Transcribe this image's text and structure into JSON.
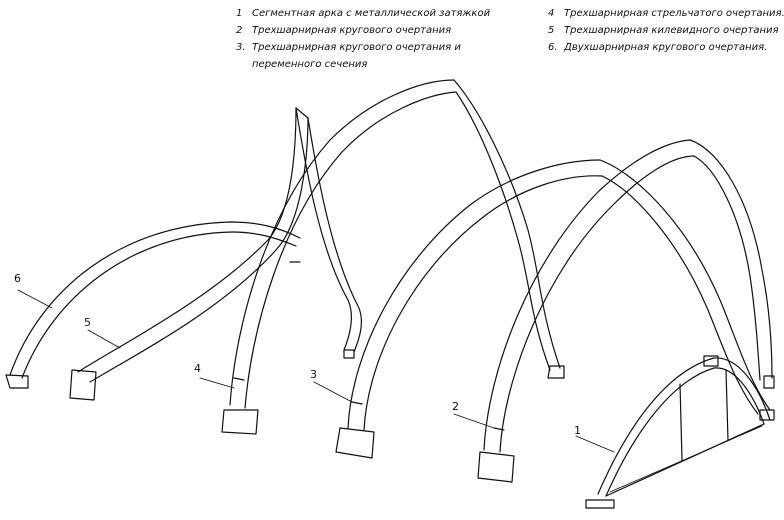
{
  "legend": {
    "left": [
      {
        "num": "1",
        "text": "Сегментная арка с металлической затяжкой"
      },
      {
        "num": "2",
        "text": "Трехшарнирная кругового  очертания"
      },
      {
        "num": "3.",
        "text": "Трехшарнирная кругового очертания и"
      },
      {
        "num": "",
        "text": "переменного сечения"
      }
    ],
    "right": [
      {
        "num": "4",
        "text": "Трехшарнирная стрельчатого очертания."
      },
      {
        "num": "5",
        "text": "Трехшарнирная килевидного очертания"
      },
      {
        "num": "6.",
        "text": "Двухшарнирная кругового очертания."
      }
    ]
  },
  "callouts": [
    "1",
    "2",
    "3",
    "4",
    "5",
    "6"
  ],
  "colors": {
    "line": "#111111",
    "background": "#ffffff"
  }
}
